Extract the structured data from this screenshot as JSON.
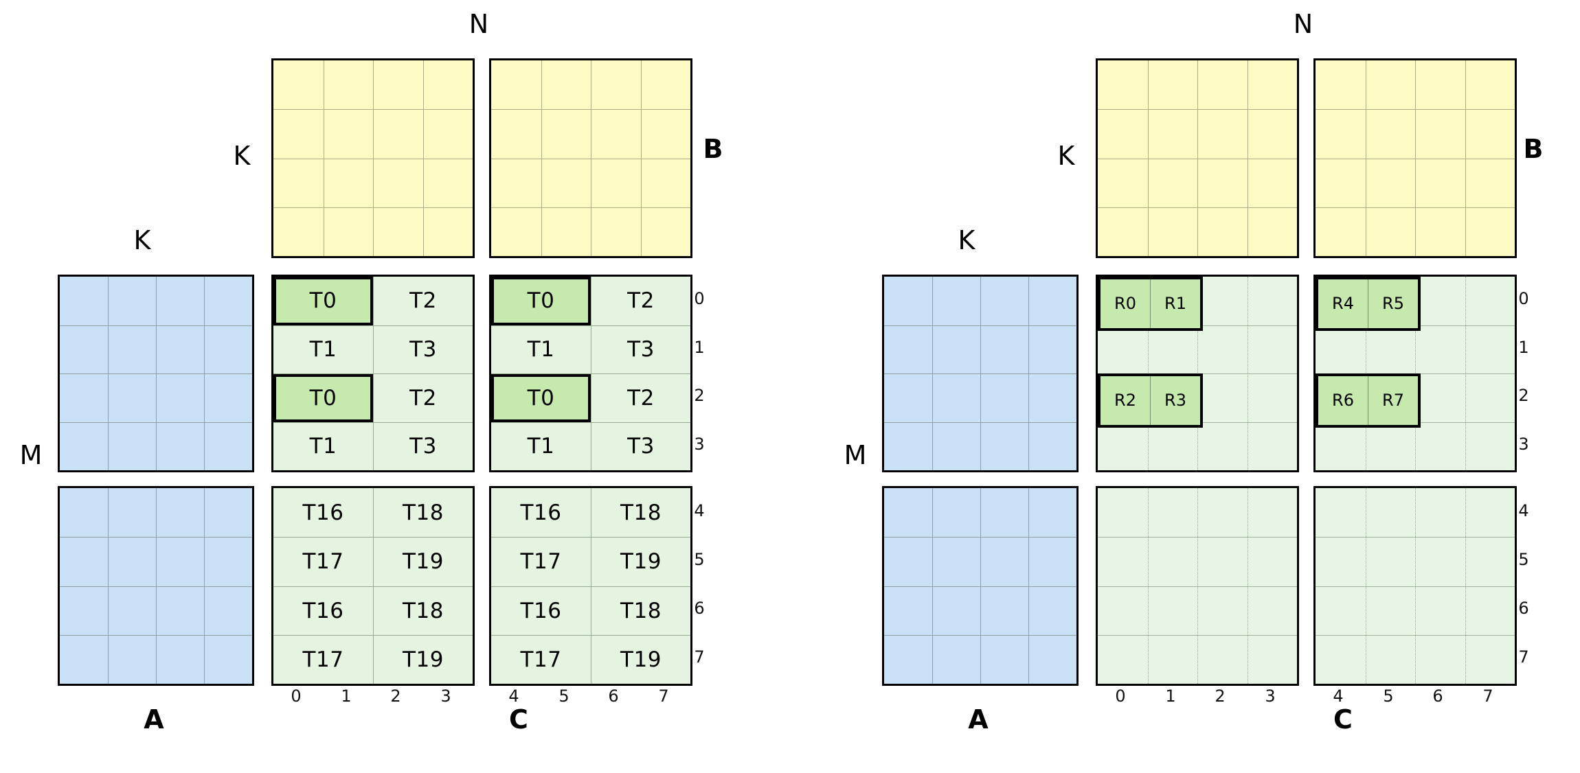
{
  "colors": {
    "background": "#ffffff",
    "matrix_b_fill": "#FBFBC3",
    "matrix_a_fill": "#C9E1F6",
    "matrix_c_fill": "#E4F4E1",
    "highlight_fill": "#C6EAAE",
    "border": "#000000",
    "grid_line": "#8f988a"
  },
  "left": {
    "labels": {
      "n": "N",
      "k_top": "K",
      "b": "B",
      "k_side": "K",
      "m": "M",
      "a": "A",
      "c": "C"
    },
    "rows": [
      "0",
      "1",
      "2",
      "3",
      "4",
      "5",
      "6",
      "7"
    ],
    "cols": [
      "0",
      "1",
      "2",
      "3",
      "4",
      "5",
      "6",
      "7"
    ],
    "tiles": {
      "tl": [
        [
          "T0",
          "T2"
        ],
        [
          "T1",
          "T3"
        ],
        [
          "T0",
          "T2"
        ],
        [
          "T1",
          "T3"
        ]
      ],
      "tr": [
        [
          "T0",
          "T2"
        ],
        [
          "T1",
          "T3"
        ],
        [
          "T0",
          "T2"
        ],
        [
          "T1",
          "T3"
        ]
      ],
      "bl": [
        [
          "T16",
          "T18"
        ],
        [
          "T17",
          "T19"
        ],
        [
          "T16",
          "T18"
        ],
        [
          "T17",
          "T19"
        ]
      ],
      "br": [
        [
          "T16",
          "T18"
        ],
        [
          "T17",
          "T19"
        ],
        [
          "T16",
          "T18"
        ],
        [
          "T17",
          "T19"
        ]
      ]
    },
    "highlighted_tile_label": "T0"
  },
  "right": {
    "labels": {
      "n": "N",
      "k_top": "K",
      "b": "B",
      "k_side": "K",
      "m": "M",
      "a": "A",
      "c": "C"
    },
    "rows": [
      "0",
      "1",
      "2",
      "3",
      "4",
      "5",
      "6",
      "7"
    ],
    "cols": [
      "0",
      "1",
      "2",
      "3",
      "4",
      "5",
      "6",
      "7"
    ],
    "registers": {
      "tl": [
        {
          "row": "0",
          "cells": [
            "R0",
            "R1"
          ]
        },
        {
          "row": "2",
          "cells": [
            "R2",
            "R3"
          ]
        }
      ],
      "tr": [
        {
          "row": "0",
          "cells": [
            "R4",
            "R5"
          ]
        },
        {
          "row": "2",
          "cells": [
            "R6",
            "R7"
          ]
        }
      ]
    }
  }
}
